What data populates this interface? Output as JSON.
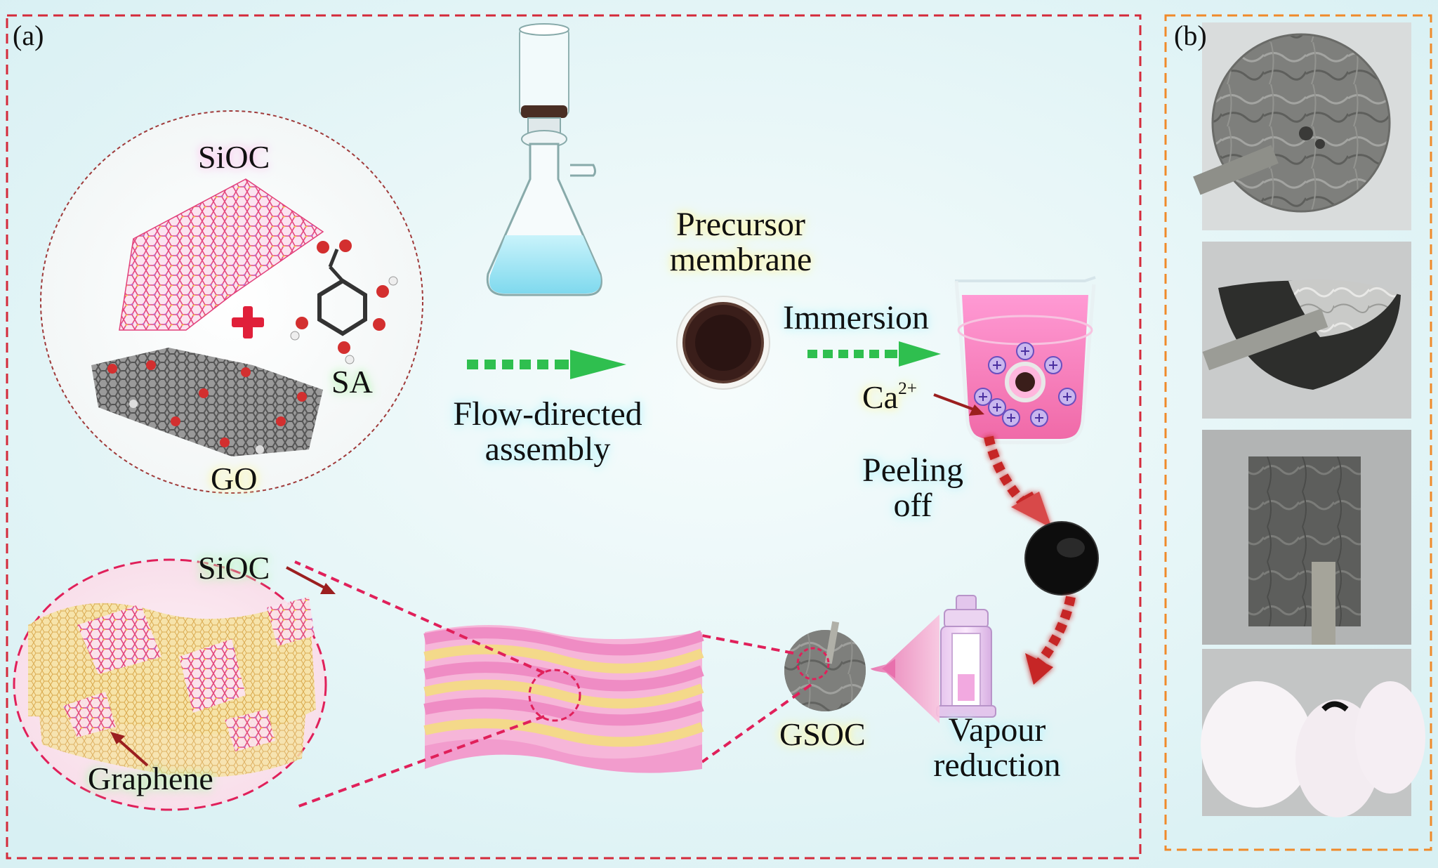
{
  "panel_a": {
    "label": "(a)",
    "materials": {
      "siloc": "SiOC",
      "sa": "SA",
      "go": "GO"
    },
    "step_flow": {
      "line1": "Flow-directed",
      "line2": "assembly"
    },
    "precursor": {
      "line1": "Precursor",
      "line2": "membrane"
    },
    "immersion": "Immersion",
    "ion": {
      "base": "Ca",
      "charge": "2+"
    },
    "peeling": {
      "line1": "Peeling",
      "line2": "off"
    },
    "vapour": {
      "line1": "Vapour",
      "line2": "reduction"
    },
    "product": "GSOC",
    "zoom": {
      "siloc": "SiOC",
      "graphene": "Graphene"
    }
  },
  "panel_b": {
    "label": "(b)",
    "photos": [
      "round-membrane-photo",
      "peeled-membrane-photo",
      "rectangular-film-photo",
      "bent-film-photo"
    ]
  },
  "colors": {
    "panel_a_border": "#d42a3a",
    "panel_b_border": "#f08a2a",
    "arrow_green": "#2fbf4f",
    "arrow_red": "#c62828",
    "siloc_pink": "#e2407a",
    "graphene_yellow": "#f3d98a"
  }
}
